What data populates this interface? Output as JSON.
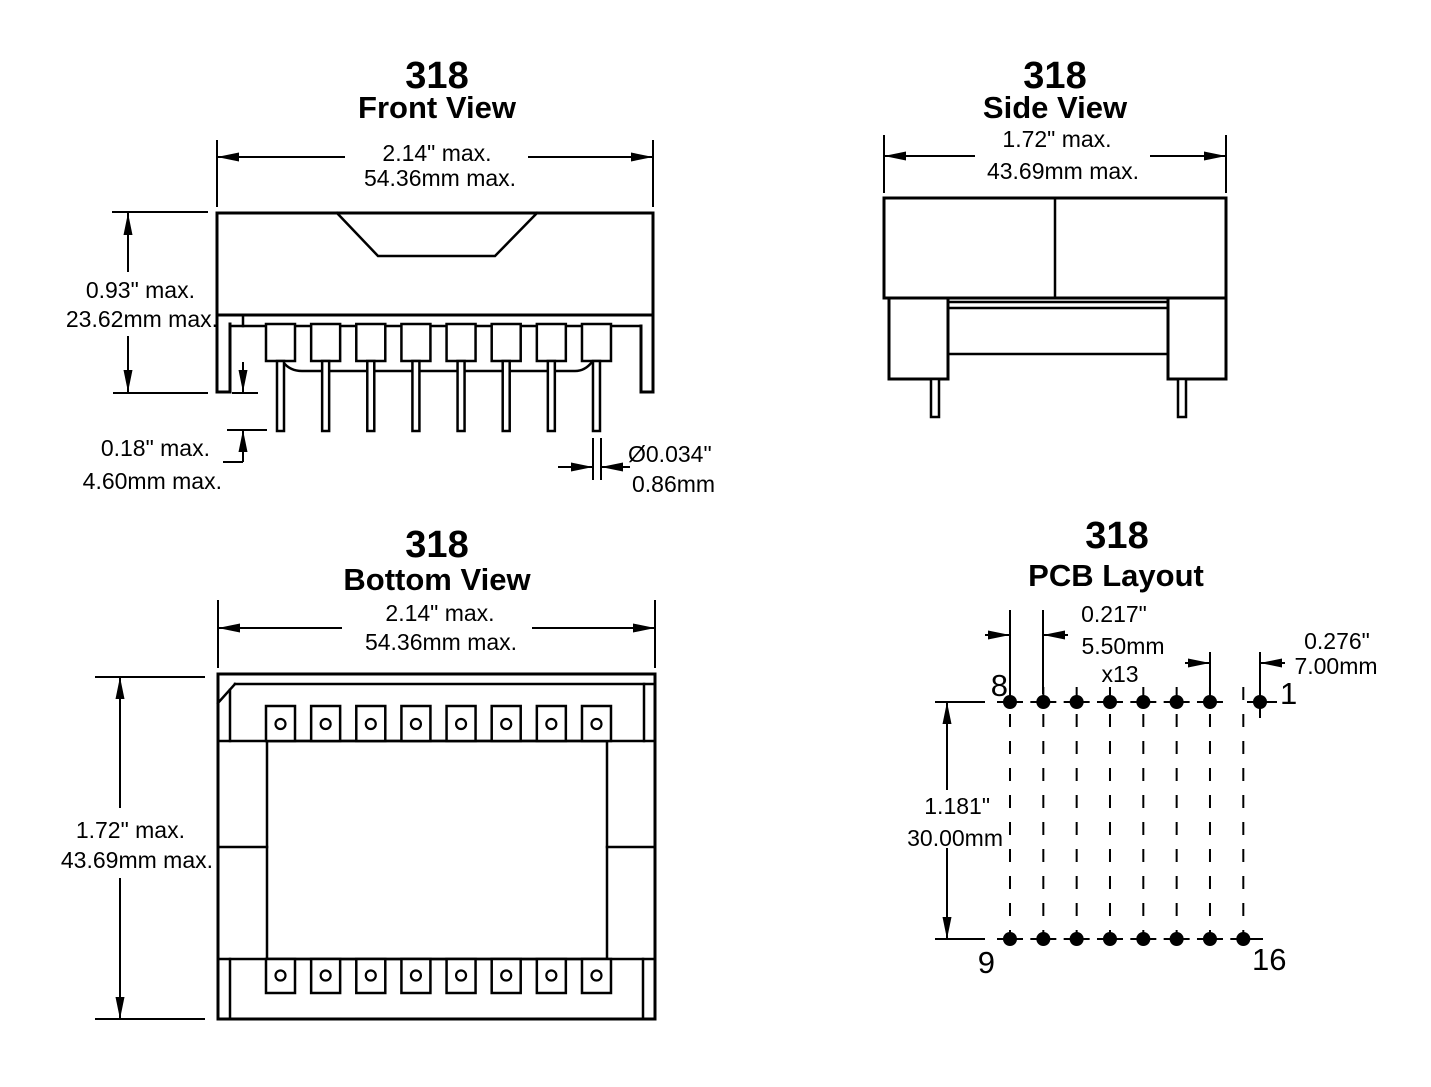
{
  "drawing": {
    "colors": {
      "line": "#000000",
      "background": "#ffffff"
    },
    "views": {
      "front": {
        "part": "318",
        "title": "Front View",
        "dims": {
          "width_in": "2.14\" max.",
          "width_mm": "54.36mm max.",
          "height_in": "0.93\" max.",
          "height_mm": "23.62mm max.",
          "standoff_in": "0.18\" max.",
          "standoff_mm": "4.60mm max.",
          "pin_dia_in": "Ø0.034\"",
          "pin_dia_mm": "0.86mm"
        }
      },
      "side": {
        "part": "318",
        "title": "Side View",
        "dims": {
          "depth_in": "1.72\" max.",
          "depth_mm": "43.69mm max."
        }
      },
      "bottom": {
        "part": "318",
        "title": "Bottom View",
        "dims": {
          "width_in": "2.14\" max.",
          "width_mm": "54.36mm max.",
          "depth_in": "1.72\" max.",
          "depth_mm": "43.69mm max."
        }
      },
      "pcb": {
        "part": "318",
        "title": "PCB Layout",
        "dims": {
          "pitch_in": "0.217\"",
          "pitch_mm": "5.50mm",
          "pitch_count": "x13",
          "end_gap_in": "0.276\"",
          "end_gap_mm": "7.00mm",
          "row_spacing_in": "1.181\"",
          "row_spacing_mm": "30.00mm"
        },
        "pins": {
          "top_left": "8",
          "top_right": "1",
          "bottom_left": "9",
          "bottom_right": "16"
        }
      }
    }
  }
}
